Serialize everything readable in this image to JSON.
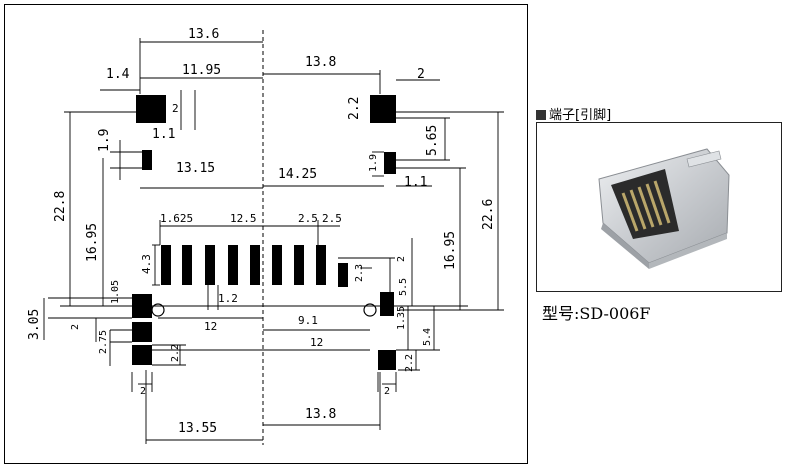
{
  "drawing": {
    "dimensions": {
      "top_13_6": "13.6",
      "top_1_4": "1.4",
      "top_11_95": "11.95",
      "top_13_8": "13.8",
      "top_2_right": "2",
      "top_2_left": "2",
      "top_1_1_left": "1.1",
      "top_2_2": "2.2",
      "left_1_9": "1.9",
      "mid_13_15": "13.15",
      "mid_14_25": "14.25",
      "right_1_9": "1.9",
      "right_1_1": "1.1",
      "right_5_65": "5.65",
      "left_22_8": "22.8",
      "left_16_95": "16.95",
      "right_16_95": "16.95",
      "right_22_6": "22.6",
      "pin_1_625": "1.625",
      "pin_12_5": "12.5",
      "pin_2_5_a": "2.5",
      "pin_2_5_b": "2.5",
      "pin_4_3": "4.3",
      "pin_1_2": "1.2",
      "pin_12_inner": "12",
      "pin_9_1": "9.1",
      "pin_2_3": "2.3",
      "pin_2_small": "2",
      "pin_5_5": "5.5",
      "left_1_05": "1.05",
      "left_3_05": "3.05",
      "left_2_a": "2",
      "left_2_75": "2.75",
      "left_2_2": "2.2",
      "left_2_b": "2",
      "bot_12": "12",
      "right_1_35": "1.35",
      "right_5_4": "5.4",
      "right_2_2": "2.2",
      "right_2_b": "2",
      "bot_13_55": "13.55",
      "bot_13_8": "13.8"
    }
  },
  "panel": {
    "heading": "端子[引脚]",
    "model_label": "型号:SD-006F"
  },
  "colors": {
    "pad": "#000000",
    "line": "#000000",
    "accent_watermark": "#e8d9a0"
  }
}
